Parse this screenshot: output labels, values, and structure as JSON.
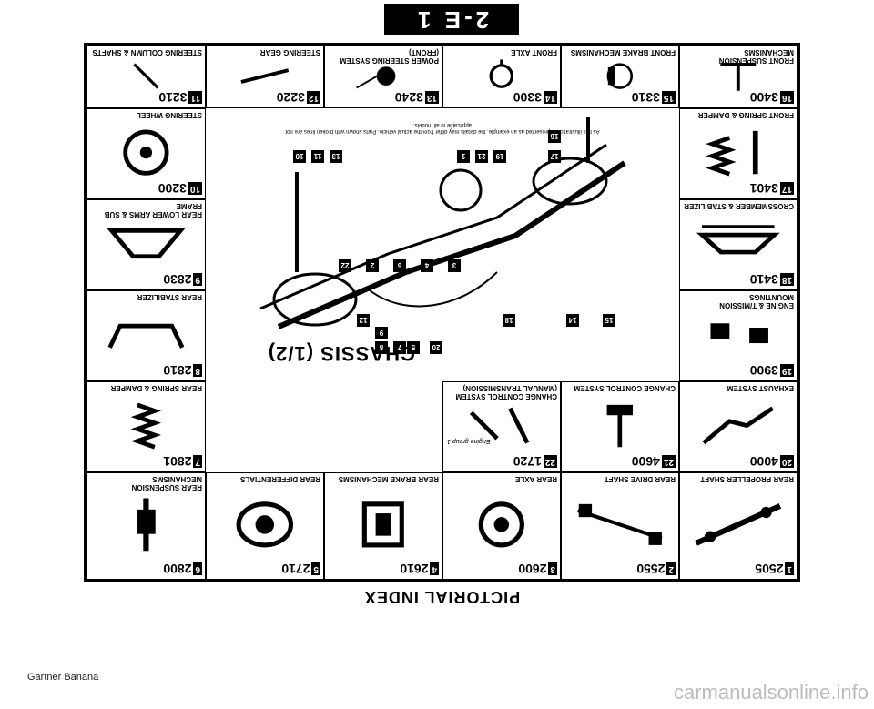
{
  "header": {
    "tab_label": "2-E 1"
  },
  "sheet": {
    "title": "PICTORIAL INDEX",
    "center_title": "CHASSIS (1/2)",
    "center_note": "As this illustration is presented as an example, the details may differ from the actual vehicle. Parts shown with broken lines are not applicable to all models."
  },
  "cells": {
    "bottom_row": [
      {
        "index": "1",
        "code": "2505",
        "caption": "REAR PROPELLER SHAFT"
      },
      {
        "index": "2",
        "code": "2550",
        "caption": "REAR DRIVE SHAFT"
      },
      {
        "index": "3",
        "code": "2600",
        "caption": "REAR AXLE"
      },
      {
        "index": "4",
        "code": "2610",
        "caption": "REAR BRAKE MECHANISMS"
      },
      {
        "index": "5",
        "code": "2710",
        "caption": "REAR DIFFERENTIALS"
      },
      {
        "index": "6",
        "code": "2800",
        "caption": "REAR SUSPENSION MECHANISMS"
      }
    ],
    "left_col": [
      {
        "index": "7",
        "code": "2801",
        "caption": "REAR SPRING & DAMPER"
      },
      {
        "index": "8",
        "code": "2810",
        "caption": "REAR STABILIZER"
      },
      {
        "index": "9",
        "code": "2830",
        "caption": "REAR LOWER ARMS & SUB FRAME"
      },
      {
        "index": "10",
        "code": "3200",
        "caption": "STEERING WHEEL"
      }
    ],
    "top_row": [
      {
        "index": "11",
        "code": "3210",
        "caption": "STEERING COLUMN & SHAFTS"
      },
      {
        "index": "12",
        "code": "3220",
        "caption": "STEERING GEAR"
      },
      {
        "index": "13",
        "code": "3240",
        "caption": "POWER STEERING SYSTEM (FRONT)"
      },
      {
        "index": "14",
        "code": "3300",
        "caption": "FRONT AXLE"
      },
      {
        "index": "15",
        "code": "3310",
        "caption": "FRONT BRAKE MECHANISMS"
      },
      {
        "index": "16",
        "code": "3400",
        "caption": "FRONT SUSPENSION MECHANISMS"
      }
    ],
    "right_col": [
      {
        "index": "17",
        "code": "3401",
        "caption": "FRONT SPRING & DAMPER"
      },
      {
        "index": "18",
        "code": "3410",
        "caption": "CROSSMEMBER & STABILIZER"
      },
      {
        "index": "19",
        "code": "3900",
        "caption": "ENGINE & T/MISSION MOUNTINGS"
      },
      {
        "index": "20",
        "code": "4000",
        "caption": "EXHAUST SYSTEM"
      }
    ],
    "inner_row": [
      {
        "index": "21",
        "code": "4600",
        "caption": "CHANGE CONTROL SYSTEM"
      },
      {
        "index": "22",
        "code": "1720",
        "caption": "CHANGE CONTROL SYSTEM (MANUAL TRANSMISSION)",
        "note": "Engine group 1"
      }
    ]
  },
  "callouts": [
    "15",
    "14",
    "18",
    "12",
    "3",
    "4",
    "6",
    "2",
    "22",
    "1",
    "21",
    "19",
    "10",
    "11",
    "13",
    "17",
    "16",
    "20",
    "5",
    "7",
    "8",
    "9"
  ],
  "footer": {
    "left": "Gartner Banana",
    "right": "carmanualsonline.info"
  }
}
